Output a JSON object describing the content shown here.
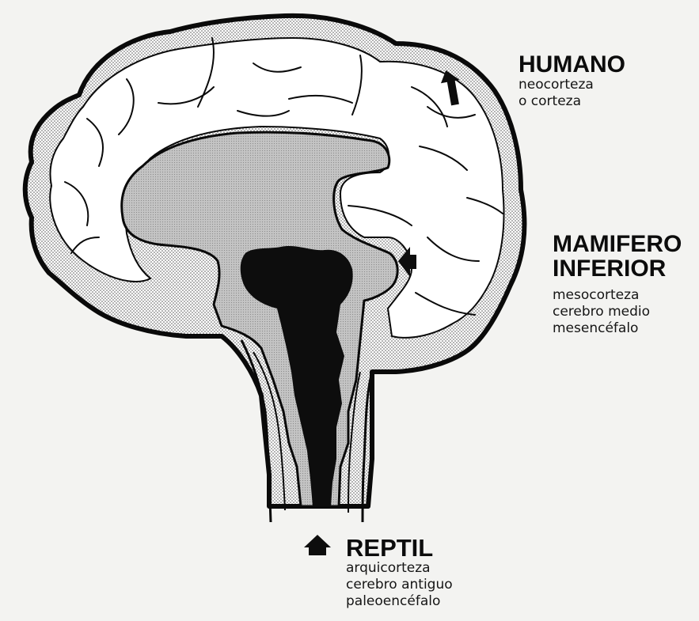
{
  "labels": {
    "humano": {
      "title": "HUMANO",
      "lines": [
        "neocorteza",
        "o corteza"
      ]
    },
    "mamifero": {
      "title_lines": [
        "MAMIFERO",
        "INFERIOR"
      ],
      "lines": [
        "mesocorteza",
        "cerebro medio",
        "mesencéfalo"
      ]
    },
    "reptil": {
      "title": "REPTIL",
      "lines": [
        "arquicorteza",
        "cerebro antiguo",
        "paleoencéfalo"
      ]
    }
  },
  "colors": {
    "outline": "#0a0a0a",
    "neocortex_fill": "#ffffff",
    "limbic_fill": "#b8b8b8",
    "reptilian_fill": "#0d0d0d",
    "paper": "#f3f3f1"
  },
  "icons": {
    "arrow": "arrow-pointer"
  }
}
